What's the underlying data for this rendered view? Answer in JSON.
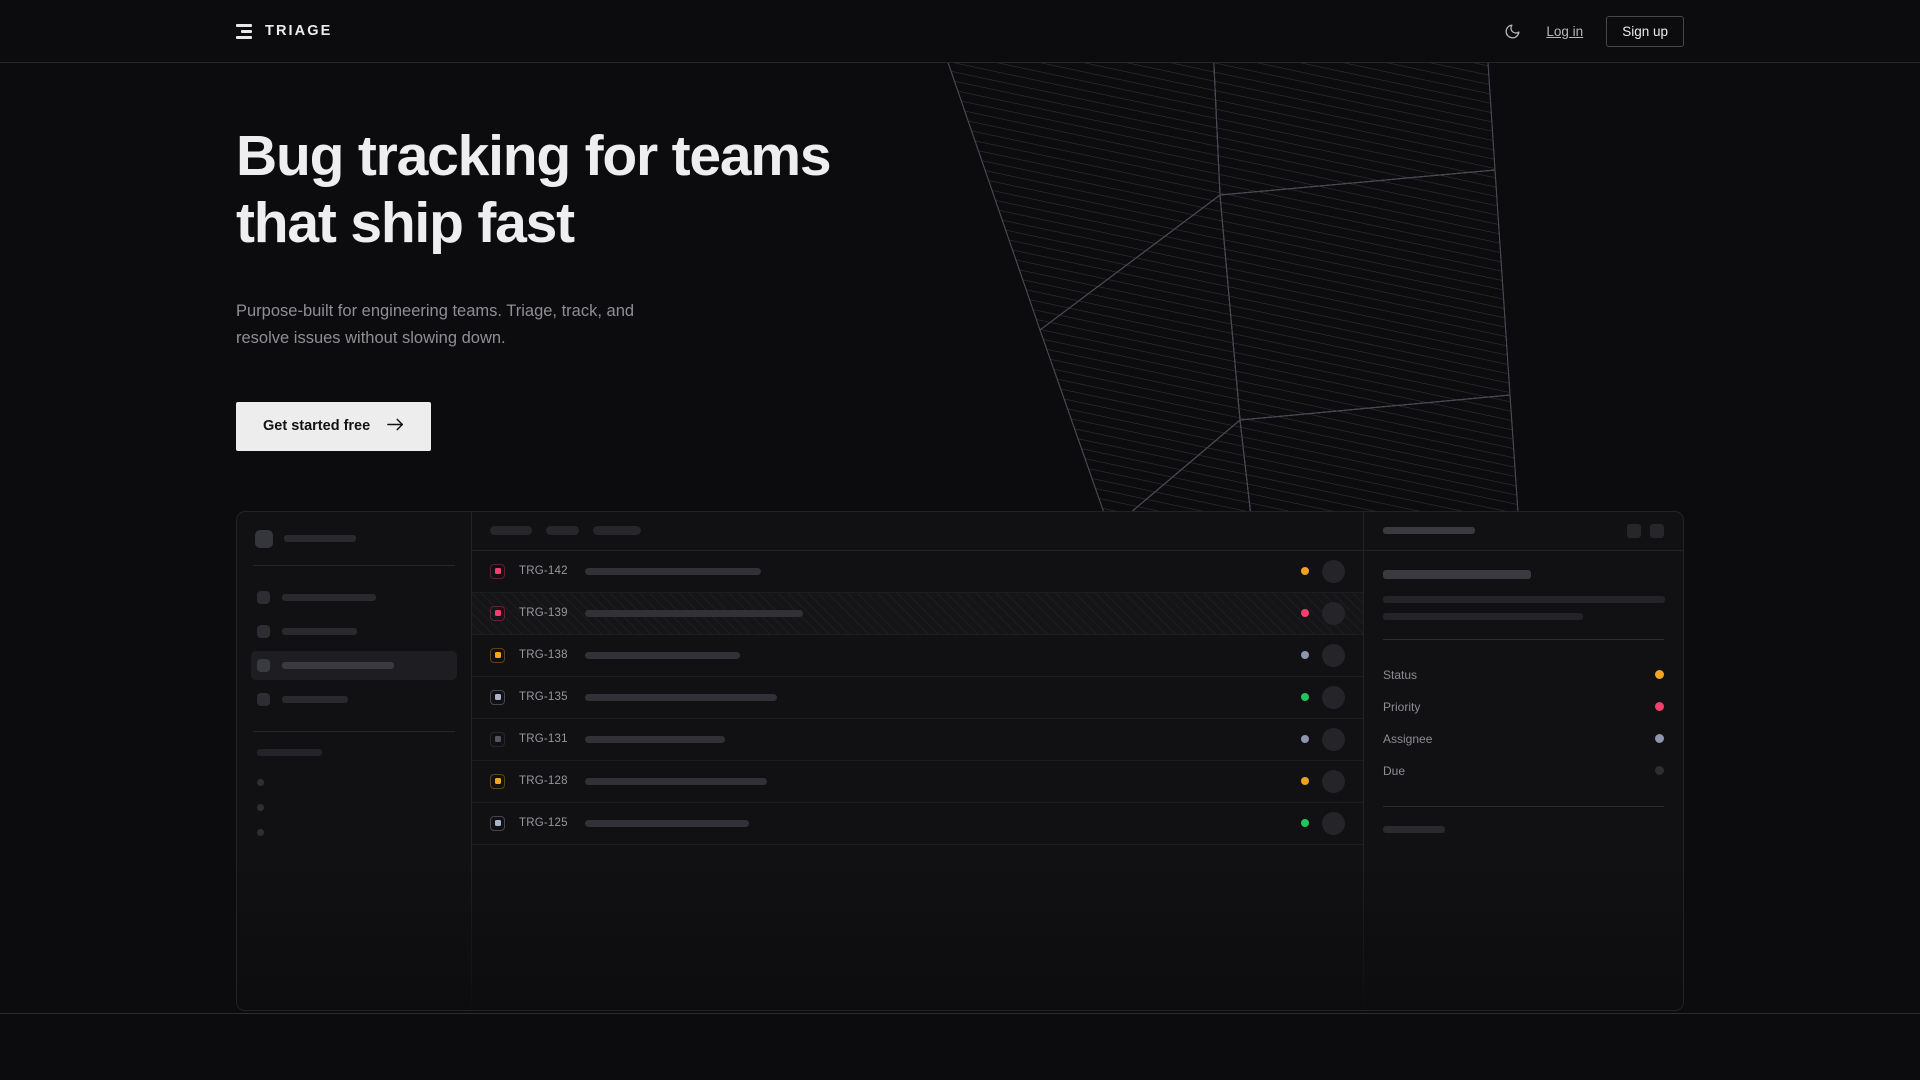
{
  "nav": {
    "brand_name": "TRIAGE",
    "brand_icon": "stacked-bars-logo-icon",
    "theme_toggle_icon": "moon-icon",
    "login_label": "Log in",
    "signup_label": "Sign up"
  },
  "hero": {
    "headline": "Bug tracking for teams\nthat ship fast",
    "subheadline": "Purpose-built for engineering teams. Triage, track, and\nresolve issues without slowing down.",
    "cta_label": "Get started free",
    "cta_icon": "arrow-right-icon"
  },
  "app_preview": {
    "sidebar": {
      "workspace_skeleton_width": 72,
      "nav_items": [
        {
          "skeleton_width": 94,
          "active": false
        },
        {
          "skeleton_width": 75,
          "active": false
        },
        {
          "skeleton_width": 112,
          "active": true
        },
        {
          "skeleton_width": 66,
          "active": false
        }
      ],
      "section_label_width": 65,
      "sub_items": [
        {
          "id": "sub-1"
        },
        {
          "id": "sub-2"
        },
        {
          "id": "sub-3"
        }
      ]
    },
    "toolbar": {
      "pill_widths": [
        42,
        33,
        48
      ]
    },
    "columns": [
      "priority",
      "id",
      "title",
      "status",
      "assignee"
    ],
    "rows": [
      {
        "id": "TRG-142",
        "priority_color": "#f43f6e",
        "title_width": 176,
        "status_color": "#f0a024",
        "selected": false
      },
      {
        "id": "TRG-139",
        "priority_color": "#f43f6e",
        "title_width": 218,
        "status_color": "#f43f6e",
        "selected": true
      },
      {
        "id": "TRG-138",
        "priority_color": "#f5a524",
        "title_width": 155,
        "status_color": "#8c96ad",
        "selected": false
      },
      {
        "id": "TRG-135",
        "priority_color": "#aab4cb",
        "title_width": 192,
        "status_color": "#21c55d",
        "selected": false
      },
      {
        "id": "TRG-131",
        "priority_color": "#55555e",
        "title_width": 140,
        "status_color": "#8c96ad",
        "selected": false
      },
      {
        "id": "TRG-128",
        "priority_color": "#f5a524",
        "title_width": 182,
        "status_color": "#f0a024",
        "selected": false
      },
      {
        "id": "TRG-125",
        "priority_color": "#aab4cb",
        "title_width": 164,
        "status_color": "#21c55d",
        "selected": false
      }
    ],
    "detail": {
      "header_skeleton_width": 92,
      "action_buttons": [
        "detail-action-1",
        "detail-action-2"
      ],
      "title_skeleton_width": 148,
      "body_skeleton_widths": [
        282,
        200
      ],
      "meta": [
        {
          "label": "Status",
          "dot_color": "#f5a524"
        },
        {
          "label": "Priority",
          "dot_color": "#f43f6e"
        },
        {
          "label": "Assignee",
          "dot_color": "#8c96ad"
        },
        {
          "label": "Due",
          "dot_color": "#2d2d33"
        }
      ],
      "activity_label_width": 62,
      "comments": [
        {
          "id": "comment-1"
        },
        {
          "id": "comment-2"
        }
      ]
    }
  },
  "colors": {
    "background": "#0c0c0e",
    "surface": "#111113",
    "border": "#232327",
    "text_primary": "#eeeef0",
    "text_muted": "#8e8e96",
    "cta_background": "#ededed",
    "accent_red": "#f43f6e",
    "accent_orange": "#f5a524",
    "accent_green": "#21c55d",
    "accent_blue": "#8c96ad"
  }
}
